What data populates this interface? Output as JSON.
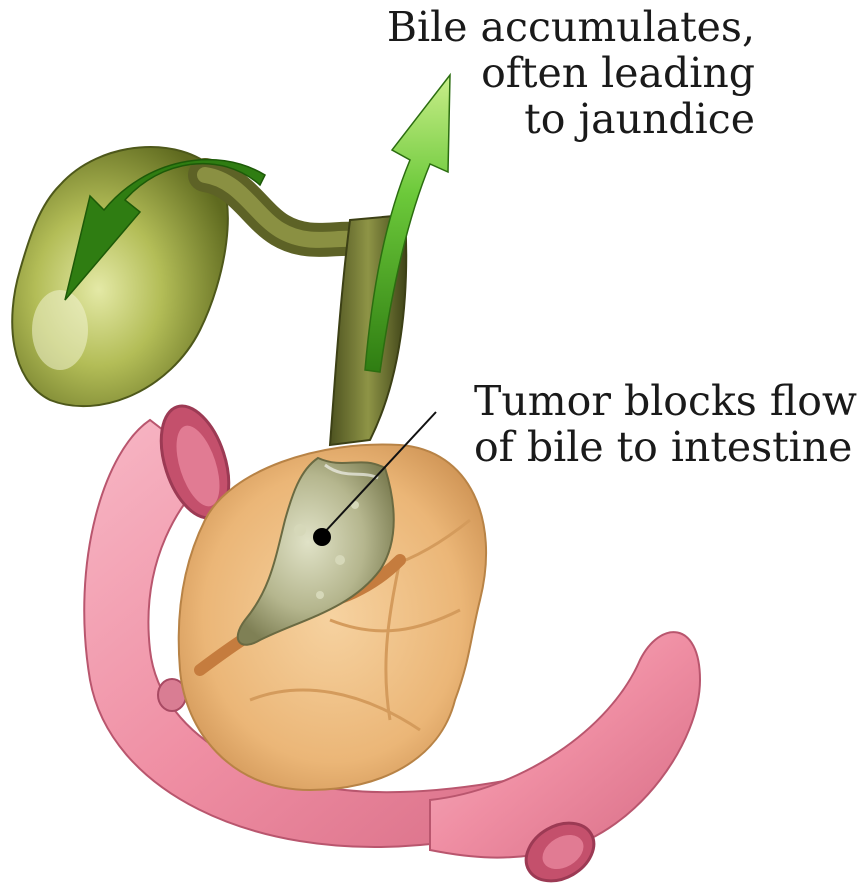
{
  "labels": {
    "bile_accumulates": {
      "lines": [
        "Bile accumulates,",
        "often leading",
        "to jaundice"
      ]
    },
    "tumor_blocks": {
      "lines": [
        "Tumor blocks flow",
        "of bile to intestine"
      ]
    }
  },
  "colors": {
    "background": "#ffffff",
    "gallbladder": "#a7b34a",
    "bile_duct": "#6f7331",
    "arrow": "#3fa11b",
    "pancreas": "#e9b779",
    "duodenum": "#ee92a6",
    "tumor": "#b8b89a",
    "label_text": "#1a1a1a"
  }
}
